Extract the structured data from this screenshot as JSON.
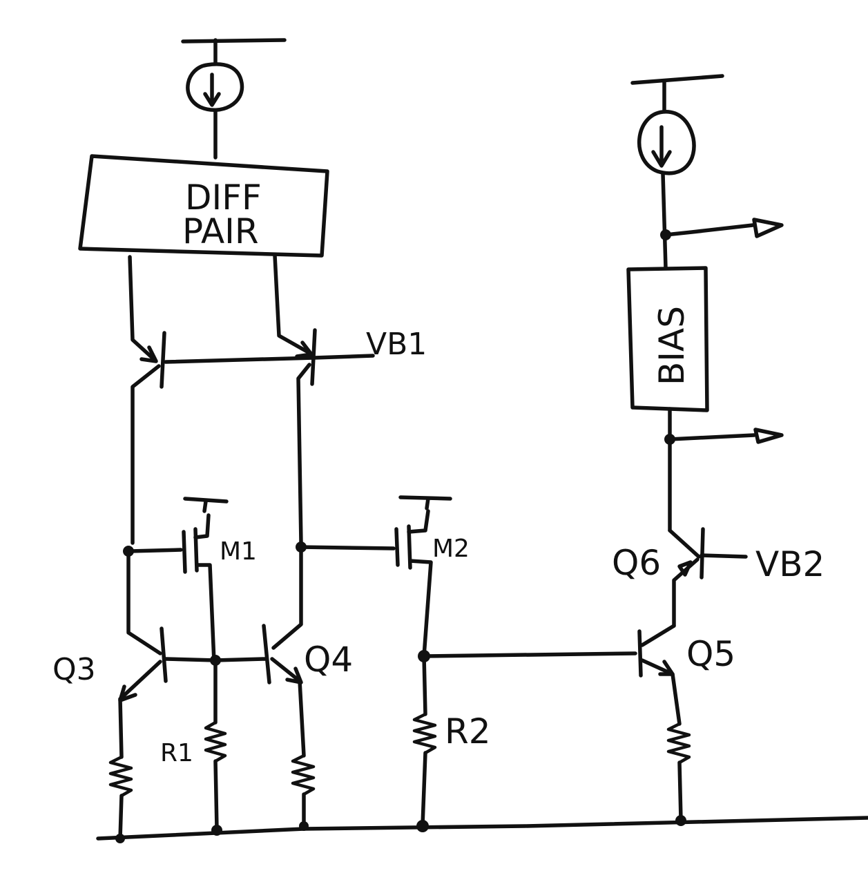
{
  "diagram": {
    "blocks": {
      "diff_pair_line1": "DIFF",
      "diff_pair_line2": "PAIR",
      "bias": "BIAS"
    },
    "transistors": {
      "q3": "Q3",
      "q4": "Q4",
      "q5": "Q5",
      "q6": "Q6",
      "m1": "M1",
      "m2": "M2"
    },
    "resistors": {
      "r1": "R1",
      "r2": "R2"
    },
    "nets": {
      "vb1": "VB1",
      "vb2": "VB2"
    }
  }
}
